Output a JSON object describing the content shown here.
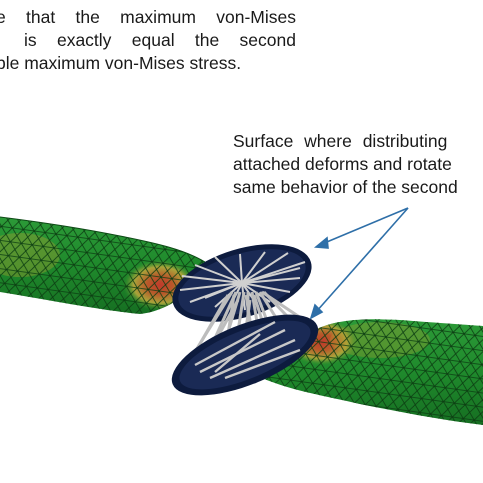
{
  "annotations": {
    "top_note": [
      "e that the maximum von-Mises",
      "is exactly equal the second",
      "ble maximum von-Mises stress."
    ],
    "callout": [
      "Surface where distributing",
      "attached deforms and rotate",
      "same behavior of the second"
    ]
  },
  "colors": {
    "mesh_base": "#1f8a2c",
    "mesh_dark": "#136b1f",
    "hotspot_red": "#c0392b",
    "hotspot_yellow": "#d9c43a",
    "disk_fill": "#0d1b3e",
    "spokes": "#c8c8c8",
    "arrow": "#2e6fa8"
  }
}
